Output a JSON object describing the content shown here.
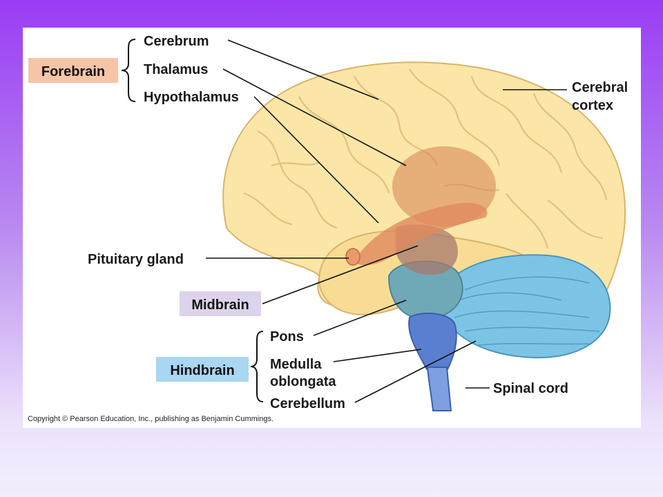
{
  "groups": {
    "forebrain": {
      "label": "Forebrain",
      "color": "#f6c4a6"
    },
    "midbrain": {
      "label": "Midbrain",
      "color": "#ddd3ec"
    },
    "hindbrain": {
      "label": "Hindbrain",
      "color": "#a9d6f3"
    }
  },
  "labels": {
    "cerebrum": "Cerebrum",
    "thalamus": "Thalamus",
    "hypothalamus": "Hypothalamus",
    "cerebral_cortex_line1": "Cerebral",
    "cerebral_cortex_line2": "cortex",
    "pituitary_gland": "Pituitary gland",
    "pons": "Pons",
    "medulla_line1": "Medulla",
    "medulla_line2": "oblongata",
    "cerebellum": "Cerebellum",
    "spinal_cord": "Spinal cord"
  },
  "copyright": "Copyright © Pearson Education, Inc., publishing as Benjamin Cummings.",
  "colors": {
    "brain": "#fbe6a8",
    "brain_fold": "#e6c786",
    "thalamus": "#d9895a",
    "hypothalamus": "#e08a5e",
    "midbrain_tissue": "#a57a6e",
    "pons": "#6fa9b8",
    "cerebellum": "#7cc4e6",
    "medulla": "#5a7fd0",
    "spinal_cord": "#7e9fe0"
  }
}
